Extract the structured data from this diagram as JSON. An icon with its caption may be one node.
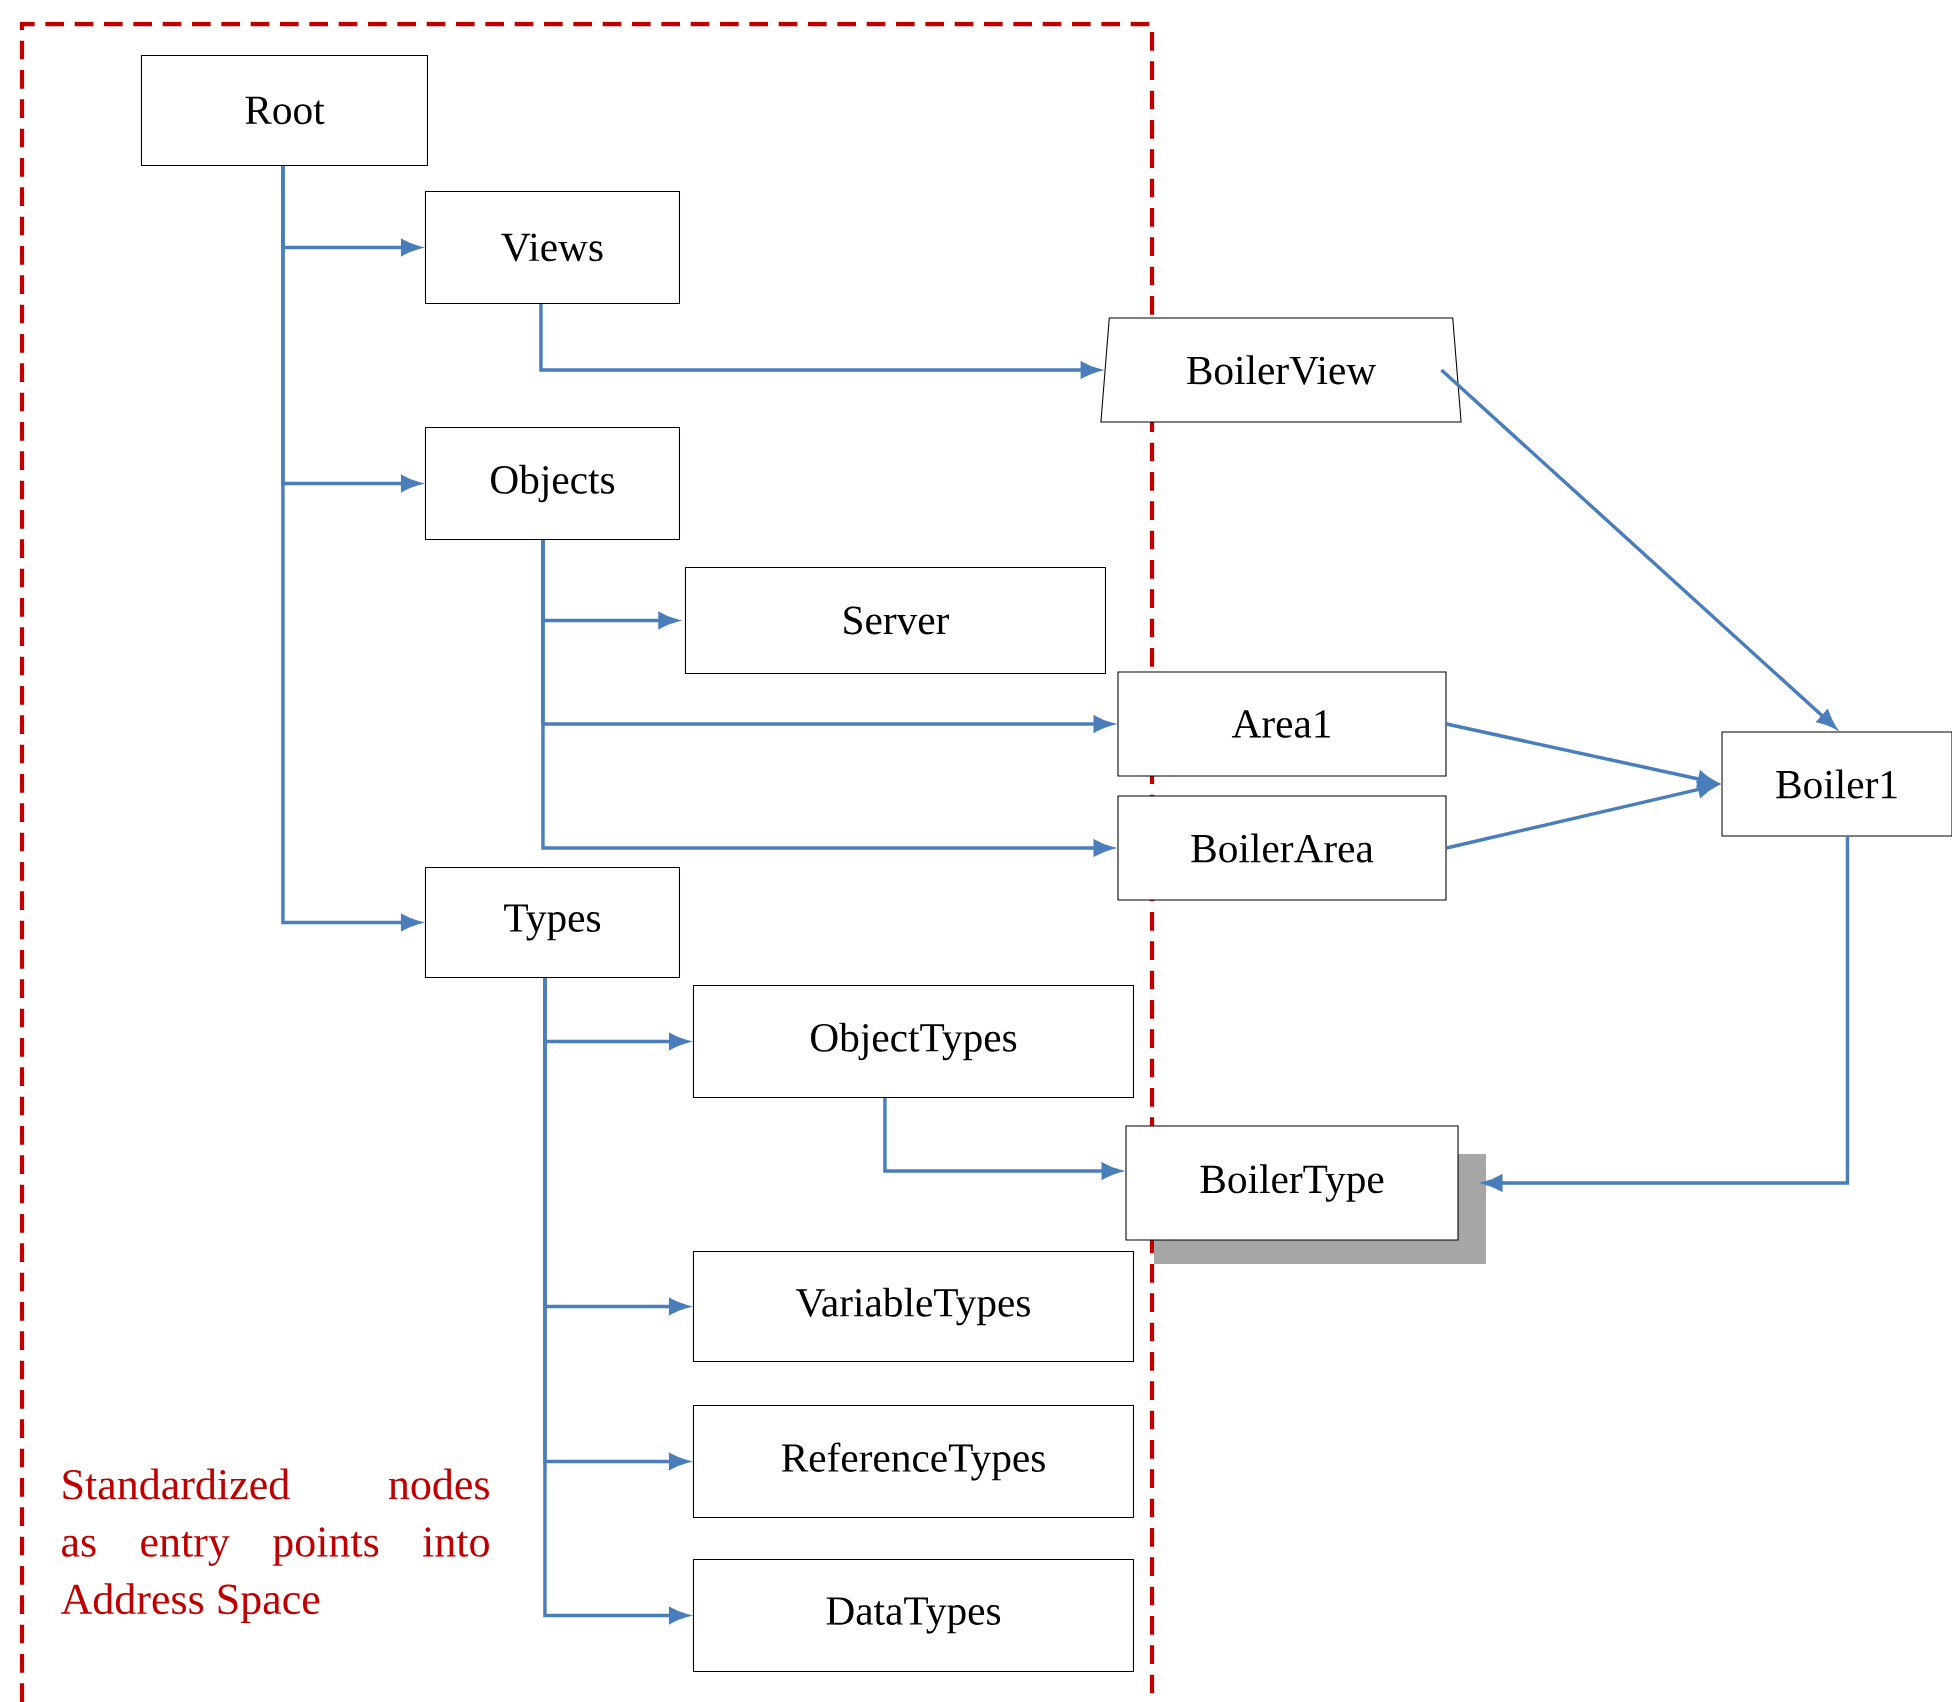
{
  "diagram": {
    "nodes": [
      {
        "text": [
          "Standardized nodes as entry points into Address Space"
        ]
      },
      {
        "text": [
          "Root"
        ],
        "in": 0
      },
      {
        "text": [
          "Views"
        ],
        "in": 0
      },
      {
        "text": [
          "BoilerView"
        ]
      },
      {
        "text": [
          "Objects"
        ],
        "in": 0
      },
      {
        "text": [
          "Server"
        ],
        "in": 0
      },
      {
        "text": [
          "Area1"
        ]
      },
      {
        "text": [
          "BoilerArea"
        ]
      },
      {
        "text": [
          "Boiler1"
        ]
      },
      {
        "text": [
          "Types"
        ],
        "in": 0
      },
      {
        "text": [
          "ObjectTypes"
        ],
        "in": 0
      },
      {
        "text": [
          "BoilerType"
        ]
      },
      {
        "text": [
          "VariableTypes"
        ],
        "in": 0
      },
      {
        "text": [
          "ReferenceTypes"
        ],
        "in": 0
      },
      {
        "text": [
          "DataTypes"
        ],
        "in": 0
      }
    ],
    "edges": [
      {
        "from": 1,
        "to": 2,
        "arrow": "to"
      },
      {
        "from": 1,
        "to": 4,
        "arrow": "to"
      },
      {
        "from": 1,
        "to": 9,
        "arrow": "to"
      },
      {
        "from": 2,
        "to": 3,
        "arrow": "to"
      },
      {
        "from": 4,
        "to": 5,
        "arrow": "to"
      },
      {
        "from": 4,
        "to": 6,
        "arrow": "to"
      },
      {
        "from": 4,
        "to": 7,
        "arrow": "to"
      },
      {
        "from": 3,
        "to": 8,
        "arrow": "to"
      },
      {
        "from": 6,
        "to": 8,
        "arrow": "to"
      },
      {
        "from": 7,
        "to": 8,
        "arrow": "to"
      },
      {
        "from": 8,
        "to": 11,
        "arrow": "to"
      },
      {
        "from": 9,
        "to": 10,
        "arrow": "to"
      },
      {
        "from": 9,
        "to": 12,
        "arrow": "to"
      },
      {
        "from": 9,
        "to": 13,
        "arrow": "to"
      },
      {
        "from": 9,
        "to": 14,
        "arrow": "to"
      },
      {
        "from": 10,
        "to": 11,
        "arrow": "to"
      }
    ]
  }
}
